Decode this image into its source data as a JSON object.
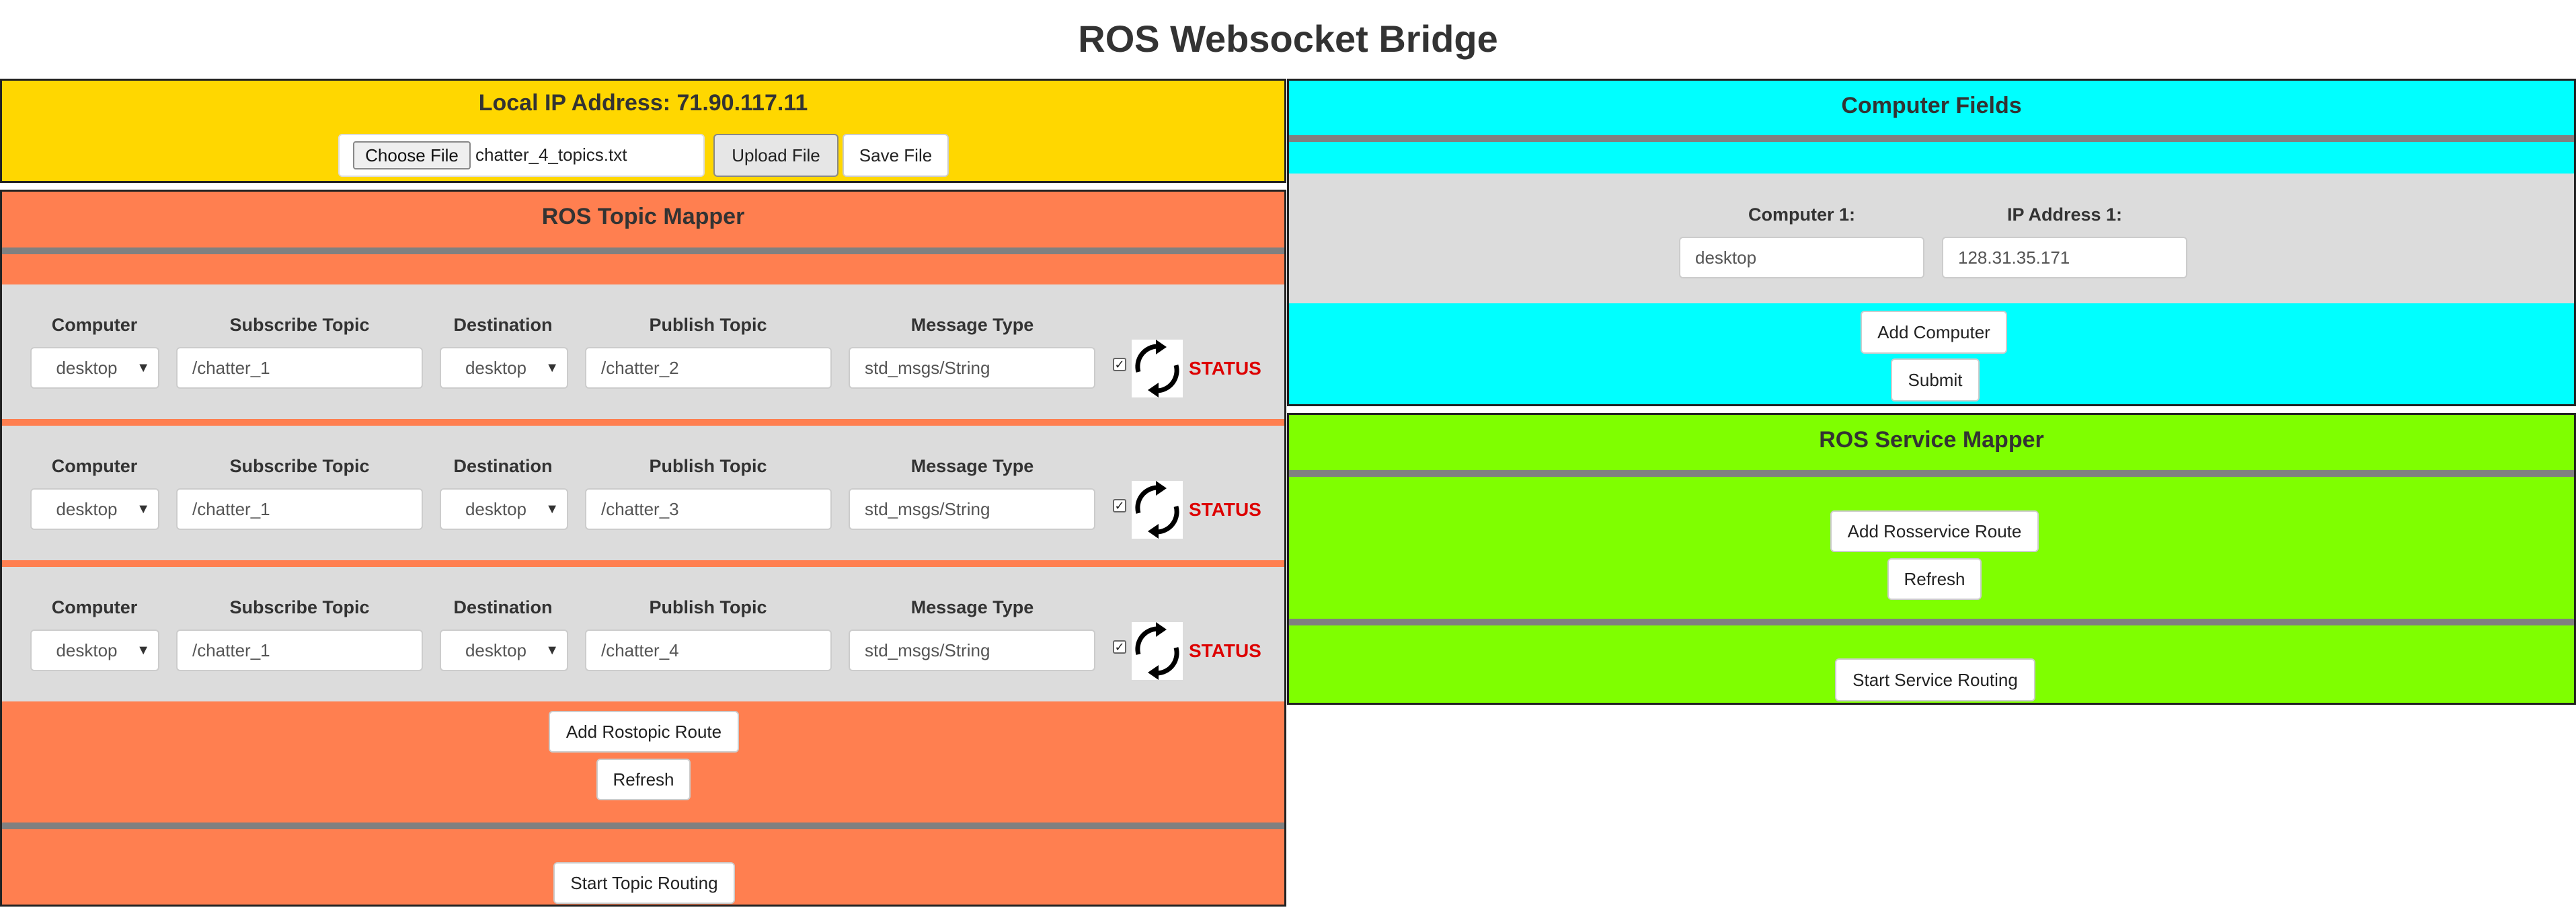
{
  "app": {
    "title": "ROS Websocket Bridge"
  },
  "local": {
    "ip_label": "Local IP Address: 71.90.117.11",
    "choose_file": "Choose File",
    "file_name": "chatter_4_topics.txt",
    "upload_file": "Upload File",
    "save_file": "Save File"
  },
  "topic_mapper": {
    "title": "ROS Topic Mapper",
    "headers": {
      "computer": "Computer",
      "subscribe": "Subscribe Topic",
      "destination": "Destination",
      "publish": "Publish Topic",
      "message_type": "Message Type"
    },
    "rows": [
      {
        "computer": "desktop",
        "subscribe": "/chatter_1",
        "destination": "desktop",
        "publish": "/chatter_2",
        "message_type": "std_msgs/String",
        "status": "STATUS"
      },
      {
        "computer": "desktop",
        "subscribe": "/chatter_1",
        "destination": "desktop",
        "publish": "/chatter_3",
        "message_type": "std_msgs/String",
        "status": "STATUS"
      },
      {
        "computer": "desktop",
        "subscribe": "/chatter_1",
        "destination": "desktop",
        "publish": "/chatter_4",
        "message_type": "std_msgs/String",
        "status": "STATUS"
      }
    ],
    "add_route": "Add Rostopic Route",
    "refresh": "Refresh",
    "start": "Start Topic Routing"
  },
  "computer_fields": {
    "title": "Computer Fields",
    "computer_label": "Computer 1:",
    "ip_label": "IP Address 1:",
    "computer_value": "desktop",
    "ip_value": "128.31.35.171",
    "add_computer": "Add Computer",
    "submit": "Submit"
  },
  "service_mapper": {
    "title": "ROS Service Mapper",
    "add_route": "Add Rosservice Route",
    "refresh": "Refresh",
    "start": "Start Service Routing"
  },
  "colors": {
    "local_panel": "#ffd700",
    "topic_panel": "#ff7f50",
    "computer_panel": "#00ffff",
    "service_panel": "#7fff00",
    "status": "#dd0000",
    "row_band": "#dcdcdc",
    "separator": "#808080"
  },
  "icons": {
    "row_refresh": "refresh-cycle-icon",
    "select_arrow": "caret-down-icon",
    "checkbox": "checkmark-icon"
  }
}
